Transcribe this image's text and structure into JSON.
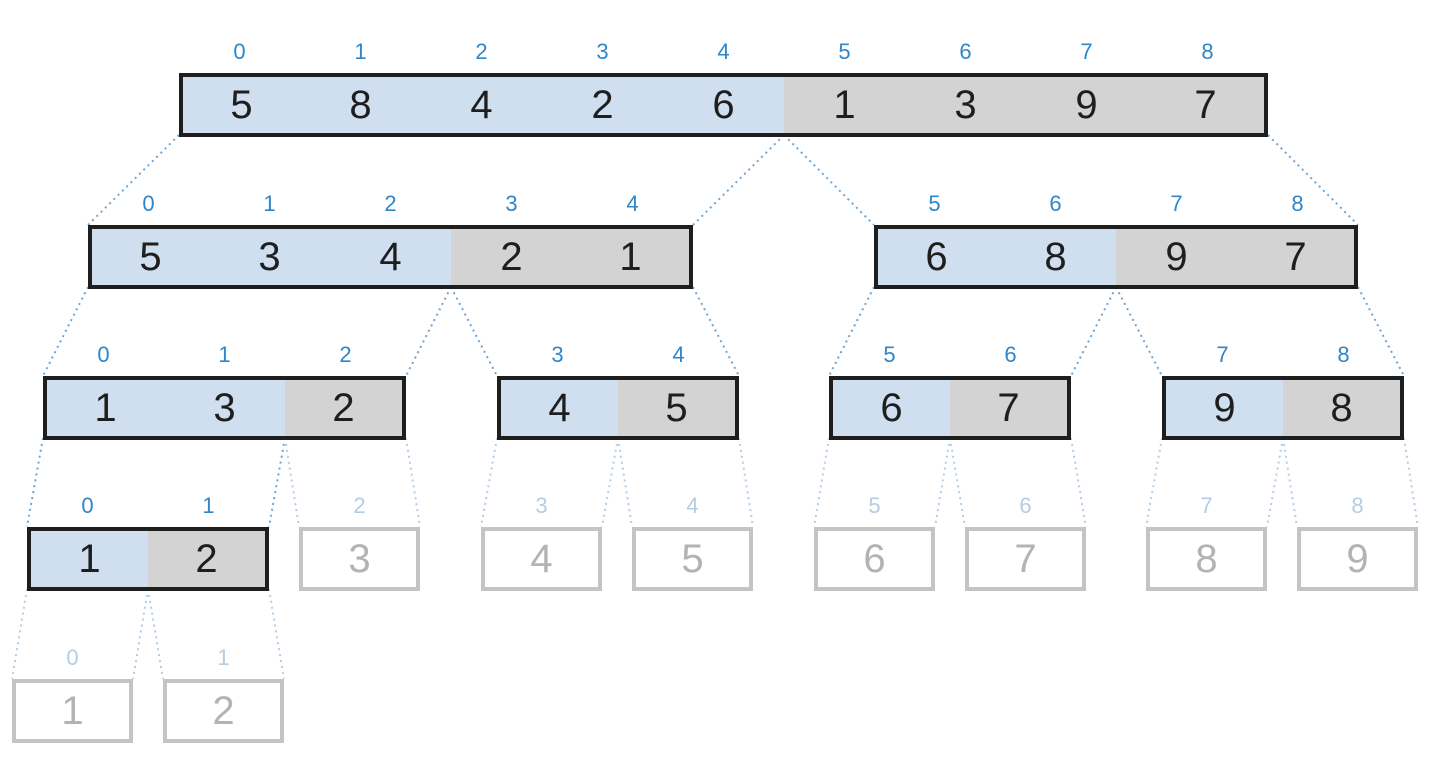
{
  "colors": {
    "active_left": "#cfdff0",
    "active_right": "#d3d3d3",
    "border": "#1e1e1e",
    "faded_border": "#c4c4c4",
    "index_text": "#2f86c9",
    "faded_index_text": "#b2cde6",
    "connector": "#6fa4d2"
  },
  "arrays": [
    {
      "id": "a0",
      "indices": [
        "0",
        "1",
        "2",
        "3",
        "4",
        "5",
        "6",
        "7",
        "8"
      ],
      "values": [
        "5",
        "8",
        "4",
        "2",
        "6",
        "1",
        "3",
        "9",
        "7"
      ],
      "shades": [
        "b",
        "b",
        "b",
        "b",
        "b",
        "g",
        "g",
        "g",
        "g"
      ],
      "style": "active"
    },
    {
      "id": "a1",
      "indices": [
        "0",
        "1",
        "2",
        "3",
        "4"
      ],
      "values": [
        "5",
        "3",
        "4",
        "2",
        "1"
      ],
      "shades": [
        "b",
        "b",
        "b",
        "g",
        "g"
      ],
      "style": "active"
    },
    {
      "id": "a2",
      "indices": [
        "5",
        "6",
        "7",
        "8"
      ],
      "values": [
        "6",
        "8",
        "9",
        "7"
      ],
      "shades": [
        "b",
        "b",
        "g",
        "g"
      ],
      "style": "active"
    },
    {
      "id": "a3",
      "indices": [
        "0",
        "1",
        "2"
      ],
      "values": [
        "1",
        "3",
        "2"
      ],
      "shades": [
        "b",
        "b",
        "g"
      ],
      "style": "active"
    },
    {
      "id": "a4",
      "indices": [
        "3",
        "4"
      ],
      "values": [
        "4",
        "5"
      ],
      "shades": [
        "b",
        "g"
      ],
      "style": "active"
    },
    {
      "id": "a5",
      "indices": [
        "5",
        "6"
      ],
      "values": [
        "6",
        "7"
      ],
      "shades": [
        "b",
        "g"
      ],
      "style": "active"
    },
    {
      "id": "a6",
      "indices": [
        "7",
        "8"
      ],
      "values": [
        "9",
        "8"
      ],
      "shades": [
        "b",
        "g"
      ],
      "style": "active"
    },
    {
      "id": "a7",
      "indices": [
        "0",
        "1"
      ],
      "values": [
        "1",
        "2"
      ],
      "shades": [
        "b",
        "g"
      ],
      "style": "active"
    },
    {
      "id": "a8",
      "indices": [
        "2"
      ],
      "values": [
        "3"
      ],
      "shades": [
        "n"
      ],
      "style": "faded"
    },
    {
      "id": "a9",
      "indices": [
        "3"
      ],
      "values": [
        "4"
      ],
      "shades": [
        "n"
      ],
      "style": "faded"
    },
    {
      "id": "a10",
      "indices": [
        "4"
      ],
      "values": [
        "5"
      ],
      "shades": [
        "n"
      ],
      "style": "faded"
    },
    {
      "id": "a11",
      "indices": [
        "5"
      ],
      "values": [
        "6"
      ],
      "shades": [
        "n"
      ],
      "style": "faded"
    },
    {
      "id": "a12",
      "indices": [
        "6"
      ],
      "values": [
        "7"
      ],
      "shades": [
        "n"
      ],
      "style": "faded"
    },
    {
      "id": "a13",
      "indices": [
        "7"
      ],
      "values": [
        "8"
      ],
      "shades": [
        "n"
      ],
      "style": "faded"
    },
    {
      "id": "a14",
      "indices": [
        "8"
      ],
      "values": [
        "9"
      ],
      "shades": [
        "n"
      ],
      "style": "faded"
    },
    {
      "id": "a15",
      "indices": [
        "0"
      ],
      "values": [
        "1"
      ],
      "shades": [
        "n"
      ],
      "style": "faded"
    },
    {
      "id": "a16",
      "indices": [
        "1"
      ],
      "values": [
        "2"
      ],
      "shades": [
        "n"
      ],
      "style": "faded"
    }
  ]
}
